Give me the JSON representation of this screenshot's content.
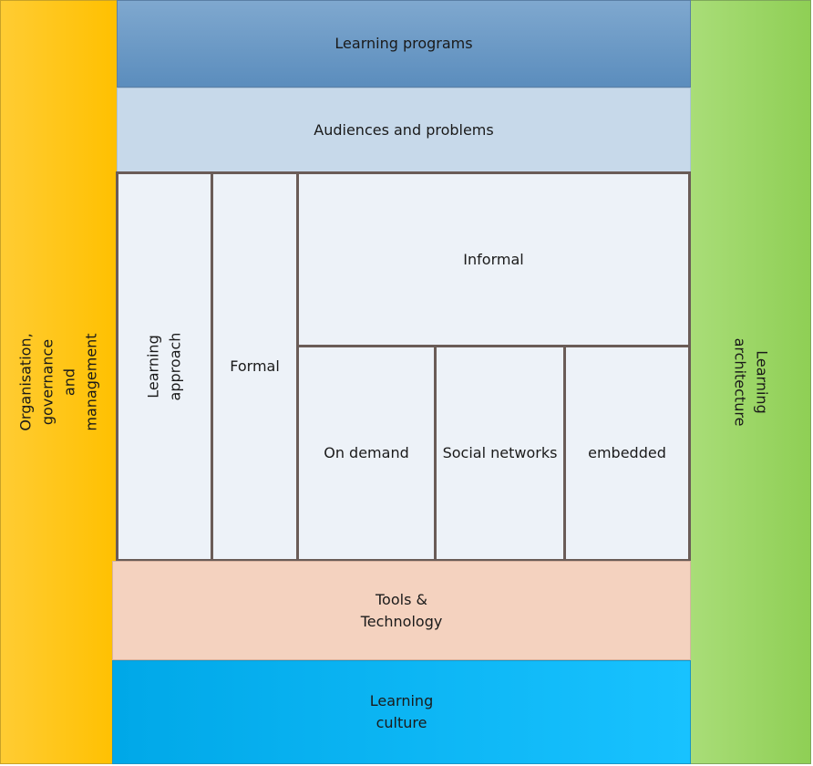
{
  "diagram": {
    "left_column": {
      "label": "Organisation,\ngovernance\nand\nmanagement"
    },
    "right_column": {
      "label": "Learning\narchitecture"
    },
    "top_band": {
      "label": "Learning programs"
    },
    "second_band": {
      "label": "Audiences and problems"
    },
    "grid": {
      "approach": {
        "label": "Learning\napproach"
      },
      "formal": {
        "label": "Formal"
      },
      "informal": {
        "label": "Informal"
      },
      "on_demand": {
        "label": "On demand"
      },
      "social_networks": {
        "label": "Social networks"
      },
      "embedded": {
        "label": "embedded"
      }
    },
    "tools_band": {
      "label": "Tools &\nTechnology"
    },
    "culture_band": {
      "label": "Learning\nculture"
    }
  }
}
